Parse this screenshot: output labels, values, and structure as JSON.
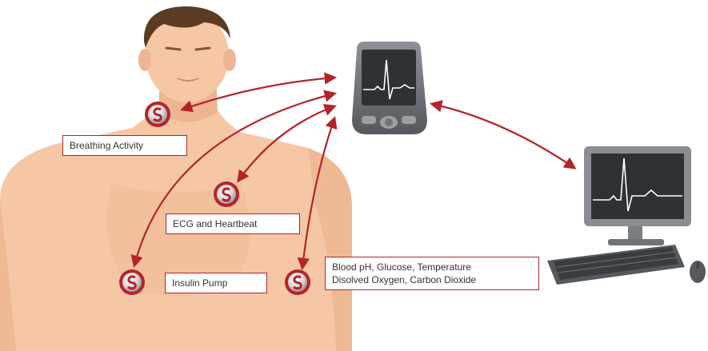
{
  "labels": {
    "breathing": "Breathing Activity",
    "ecg": "ECG and Heartbeat",
    "insulin": "Insulin Pump",
    "blood_line1": "Blood pH, Glucose, Temperature",
    "blood_line2": "Disolved Oxygen, Carbon Dioxide"
  },
  "sensor_glyph": "S",
  "colors": {
    "accent": "#b5232a",
    "skin": "#f6c7a5",
    "skin_shadow": "#e9b08a",
    "hair": "#5b3b22",
    "device": "#6f7378",
    "screen": "#3a3d40",
    "trace": "#ffffff"
  },
  "icons": [
    "sensor-icon",
    "handheld-monitor-icon",
    "desktop-computer-icon",
    "keyboard-icon",
    "mouse-icon"
  ]
}
